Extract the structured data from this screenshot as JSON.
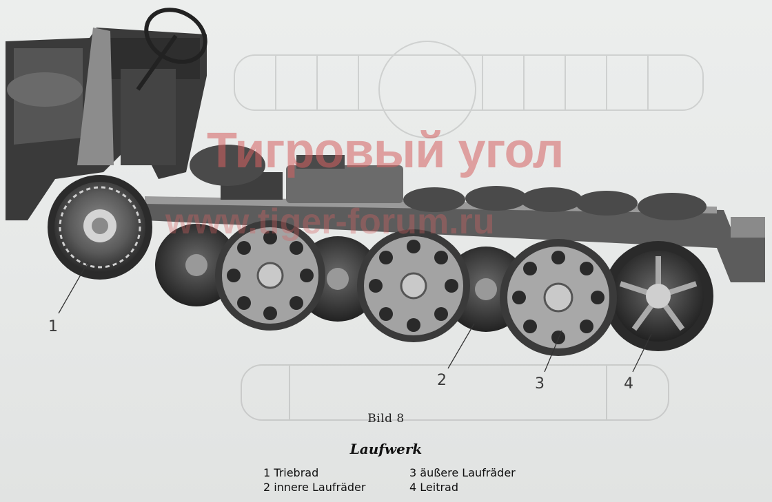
{
  "figure": {
    "number_label": "Bild 8",
    "title": "Laufwerk"
  },
  "callouts": [
    "1",
    "2",
    "3",
    "4"
  ],
  "legend": [
    {
      "text": "1 Triebrad"
    },
    {
      "text": "2 innere Laufräder"
    },
    {
      "text": "3 äußere Laufräder"
    },
    {
      "text": "4 Leitrad"
    }
  ],
  "watermark": {
    "line1": "Тигровый угол",
    "line2": "www.tiger-forum.ru"
  }
}
